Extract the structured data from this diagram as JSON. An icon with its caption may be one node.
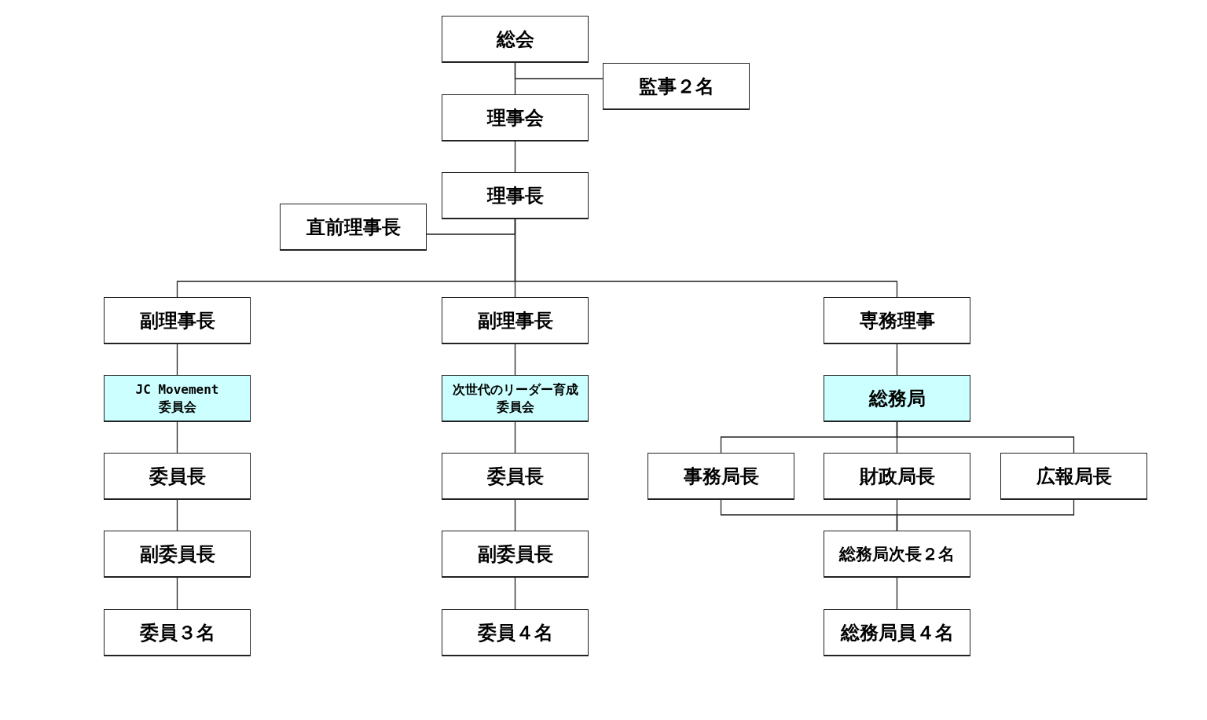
{
  "diagram": {
    "nodes": [
      {
        "text": [
          "総会"
        ]
      },
      {
        "text": [
          "監事２名"
        ]
      },
      {
        "text": [
          "理事会"
        ]
      },
      {
        "text": [
          "理事長"
        ]
      },
      {
        "text": [
          "直前理事長"
        ]
      },
      {
        "text": [
          "副理事長"
        ]
      },
      {
        "text": [
          "副理事長"
        ]
      },
      {
        "text": [
          "専務理事"
        ]
      },
      {
        "text": [
          "JC Movement 委員会"
        ]
      },
      {
        "text": [
          "次世代のリーダー育成委員会"
        ]
      },
      {
        "text": [
          "総務局"
        ]
      },
      {
        "text": [
          "委員長"
        ]
      },
      {
        "text": [
          "委員長"
        ]
      },
      {
        "text": [
          "事務局長"
        ]
      },
      {
        "text": [
          "財政局長"
        ]
      },
      {
        "text": [
          "広報局長"
        ]
      },
      {
        "text": [
          "副委員長"
        ]
      },
      {
        "text": [
          "副委員長"
        ]
      },
      {
        "text": [
          "総務局次長２名"
        ]
      },
      {
        "text": [
          "委員３名"
        ]
      },
      {
        "text": [
          "委員４名"
        ]
      },
      {
        "text": [
          "総務局員４名"
        ]
      }
    ],
    "edges": [
      {
        "from": 0,
        "to": 2,
        "arrow": "none"
      },
      {
        "from": 0,
        "to": 1,
        "arrow": "none"
      },
      {
        "from": 2,
        "to": 3,
        "arrow": "none"
      },
      {
        "from": 3,
        "to": 4,
        "arrow": "none"
      },
      {
        "from": 3,
        "to": 5,
        "arrow": "none"
      },
      {
        "from": 3,
        "to": 6,
        "arrow": "none"
      },
      {
        "from": 3,
        "to": 7,
        "arrow": "none"
      },
      {
        "from": 5,
        "to": 8,
        "arrow": "none"
      },
      {
        "from": 6,
        "to": 9,
        "arrow": "none"
      },
      {
        "from": 7,
        "to": 10,
        "arrow": "none"
      },
      {
        "from": 8,
        "to": 11,
        "arrow": "none"
      },
      {
        "from": 9,
        "to": 12,
        "arrow": "none"
      },
      {
        "from": 10,
        "to": 13,
        "arrow": "none"
      },
      {
        "from": 10,
        "to": 14,
        "arrow": "none"
      },
      {
        "from": 10,
        "to": 15,
        "arrow": "none"
      },
      {
        "from": 11,
        "to": 16,
        "arrow": "none"
      },
      {
        "from": 12,
        "to": 17,
        "arrow": "none"
      },
      {
        "from": 13,
        "to": 18,
        "arrow": "none"
      },
      {
        "from": 14,
        "to": 18,
        "arrow": "none"
      },
      {
        "from": 15,
        "to": 18,
        "arrow": "none"
      },
      {
        "from": 16,
        "to": 19,
        "arrow": "none"
      },
      {
        "from": 17,
        "to": 20,
        "arrow": "none"
      },
      {
        "from": 18,
        "to": 21,
        "arrow": "none"
      }
    ]
  }
}
